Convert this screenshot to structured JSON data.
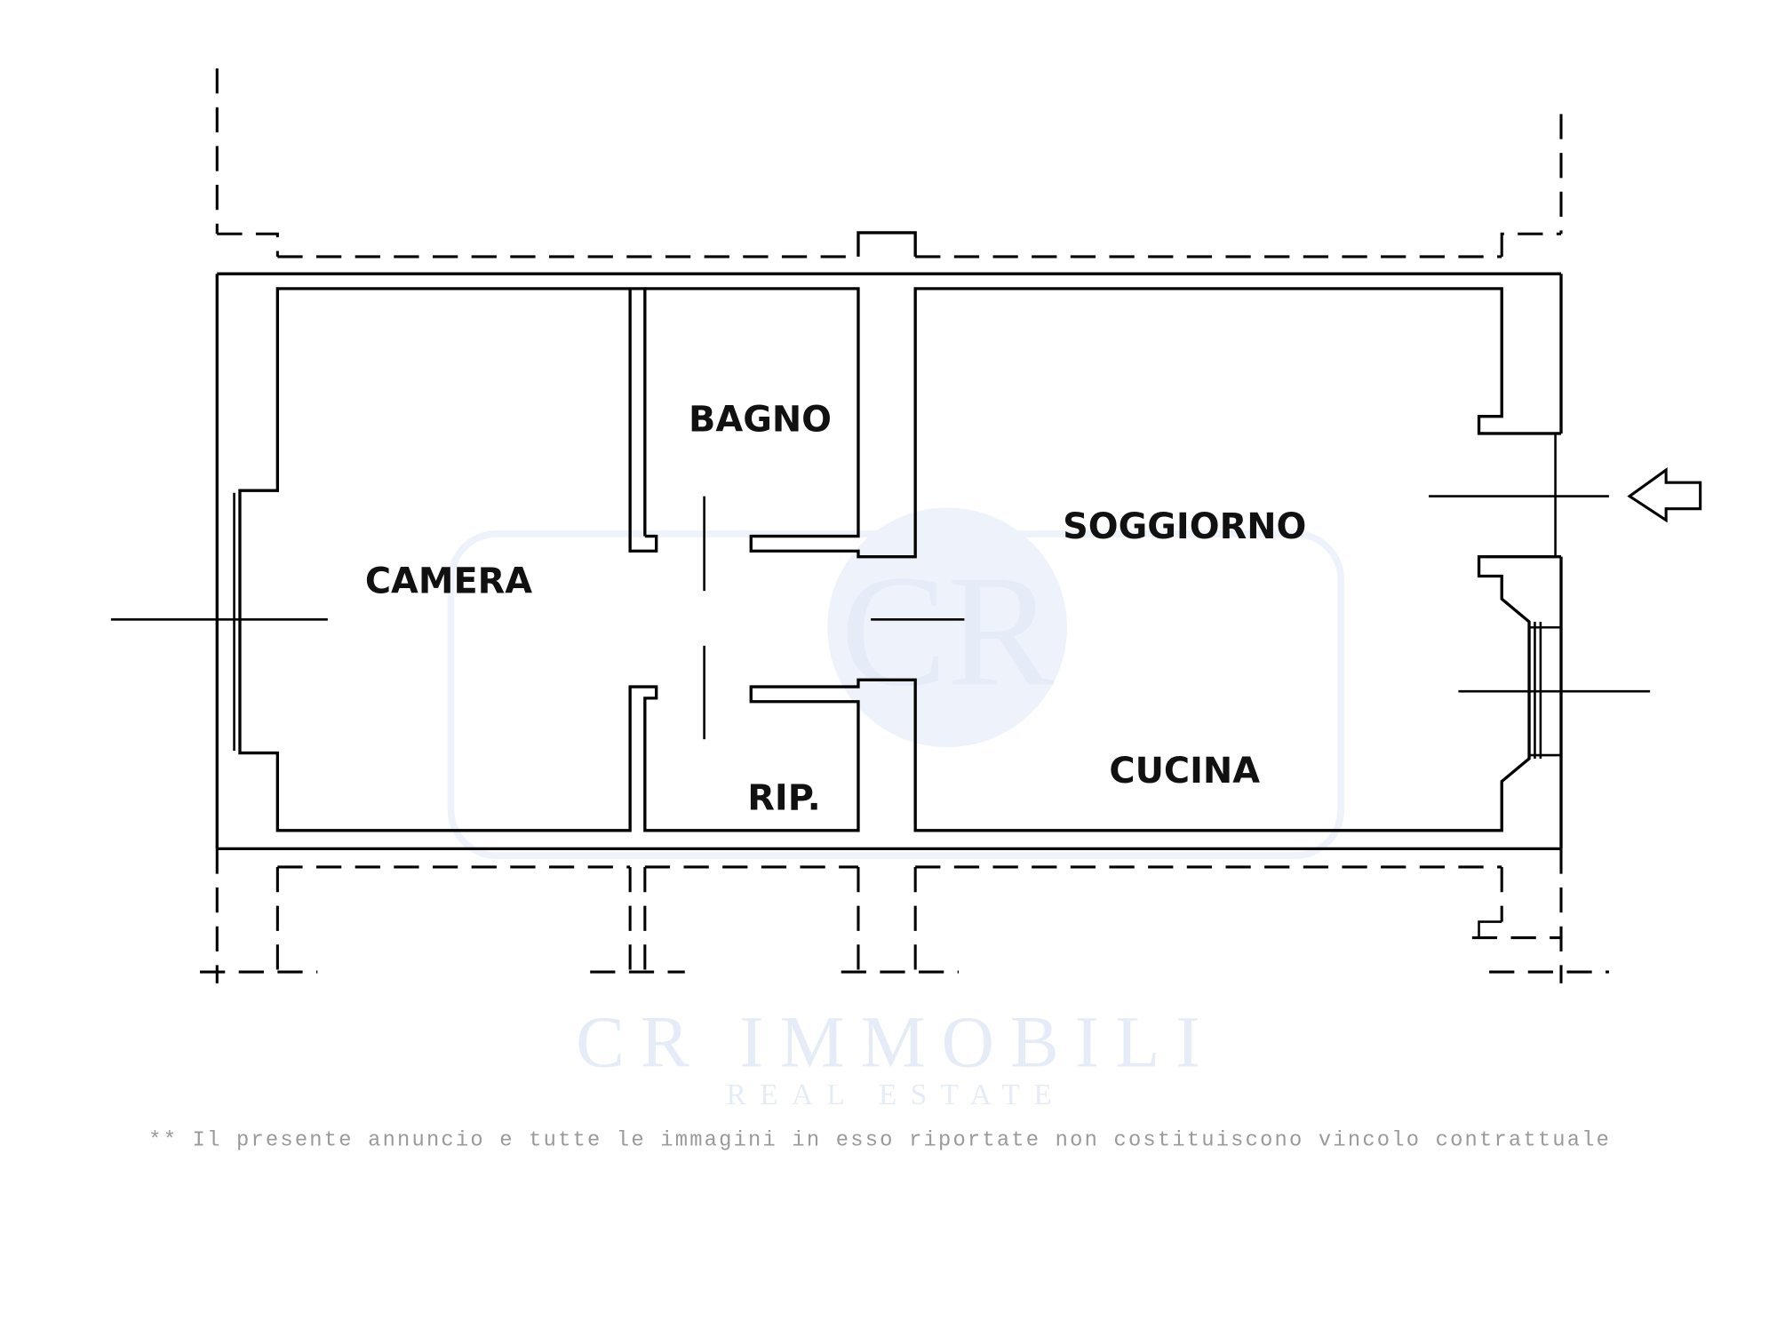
{
  "floorplan": {
    "rooms": {
      "bagno": "BAGNO",
      "soggiorno": "SOGGIORNO",
      "camera": "CAMERA",
      "cucina": "CUCINA",
      "ripostiglio": "RIP."
    },
    "entrance_icon": "arrow-left-icon"
  },
  "watermark": {
    "brand": "CR IMMOBILI",
    "tagline": "REAL ESTATE",
    "monogram": "CR"
  },
  "footer": {
    "disclaimer": "** Il presente annuncio e tutte le immagini in esso riportate non costituiscono vincolo contrattuale"
  },
  "colors": {
    "lines": "#000000",
    "watermark": "#e6ecf7",
    "footer_text": "#9a9a9a"
  }
}
